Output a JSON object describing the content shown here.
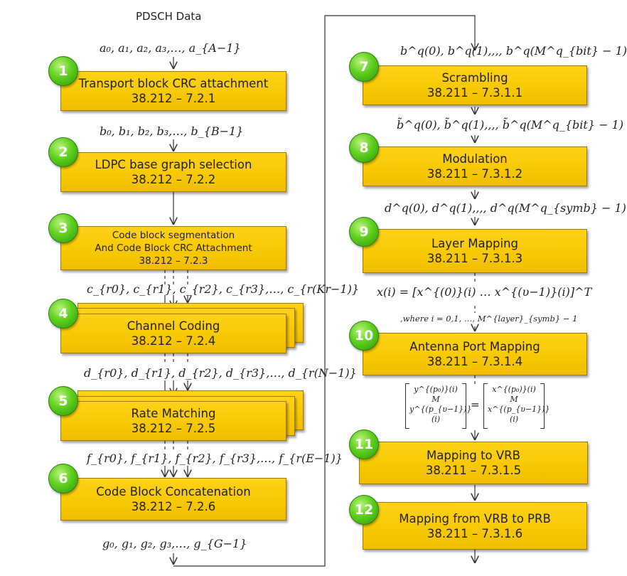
{
  "input_label": "PDSCH Data",
  "steps": [
    {
      "num": "1",
      "title": "Transport block CRC attachment",
      "ref": "38.212 – 7.2.1"
    },
    {
      "num": "2",
      "title": "LDPC base graph selection",
      "ref": "38.212 – 7.2.2"
    },
    {
      "num": "3",
      "title": "Code block segmentation",
      "title2": "And Code Block CRC Attachment",
      "ref": "38.212 – 7.2.3"
    },
    {
      "num": "4",
      "title": "Channel Coding",
      "ref": "38.212 – 7.2.4"
    },
    {
      "num": "5",
      "title": "Rate Matching",
      "ref": "38.212 – 7.2.5"
    },
    {
      "num": "6",
      "title": "Code Block Concatenation",
      "ref": "38.212 – 7.2.6"
    },
    {
      "num": "7",
      "title": "Scrambling",
      "ref": "38.211 – 7.3.1.1"
    },
    {
      "num": "8",
      "title": "Modulation",
      "ref": "38.211 – 7.3.1.2"
    },
    {
      "num": "9",
      "title": "Layer Mapping",
      "ref": "38.211 – 7.3.1.3"
    },
    {
      "num": "10",
      "title": "Antenna Port Mapping",
      "ref": "38.211 – 7.3.1.4"
    },
    {
      "num": "11",
      "title": "Mapping to VRB",
      "ref": "38.211 – 7.3.1.5"
    },
    {
      "num": "12",
      "title": "Mapping from VRB to PRB",
      "ref": "38.211 – 7.3.1.6"
    }
  ],
  "signals": {
    "a": "a₀, a₁, a₂, a₃,…, a_{A−1}",
    "b": "b₀, b₁, b₂, b₃,…, b_{B−1}",
    "c": "c_{r0}, c_{r1}, c_{r2}, c_{r3},…, c_{r(Kr−1)}",
    "d": "d_{r0}, d_{r1}, d_{r2}, d_{r3},…, d_{r(N−1)}",
    "f": "f_{r0}, f_{r1}, f_{r2}, f_{r3},…, f_{r(E−1)}",
    "g": "g₀, g₁, g₂, g₃,…, g_{G−1}",
    "bq": "b^q(0), b^q(1),,,, b^q(M^q_{bit} − 1)",
    "btq": "b̃^q(0), b̃^q(1),,,, b̃^q(M^q_{bit} − 1)",
    "dq": "d^q(0), d^q(1),,,, d^q(M^q_{symb} − 1)",
    "x": "x(i) = [x^{(0)}(i)   …   x^{(υ−1)}(i)]^T",
    "where": ",where i = 0,1, …, M^{layer}_{symb} − 1",
    "antenna_lhs": [
      "y^{(p₀)}(i)",
      "M",
      "y^{(p_{υ−1})}(i)"
    ],
    "antenna_eq": "=",
    "antenna_rhs": [
      "x^{(p₀)}(i)",
      "M",
      "x^{(p_{υ−1})}(i)"
    ]
  }
}
